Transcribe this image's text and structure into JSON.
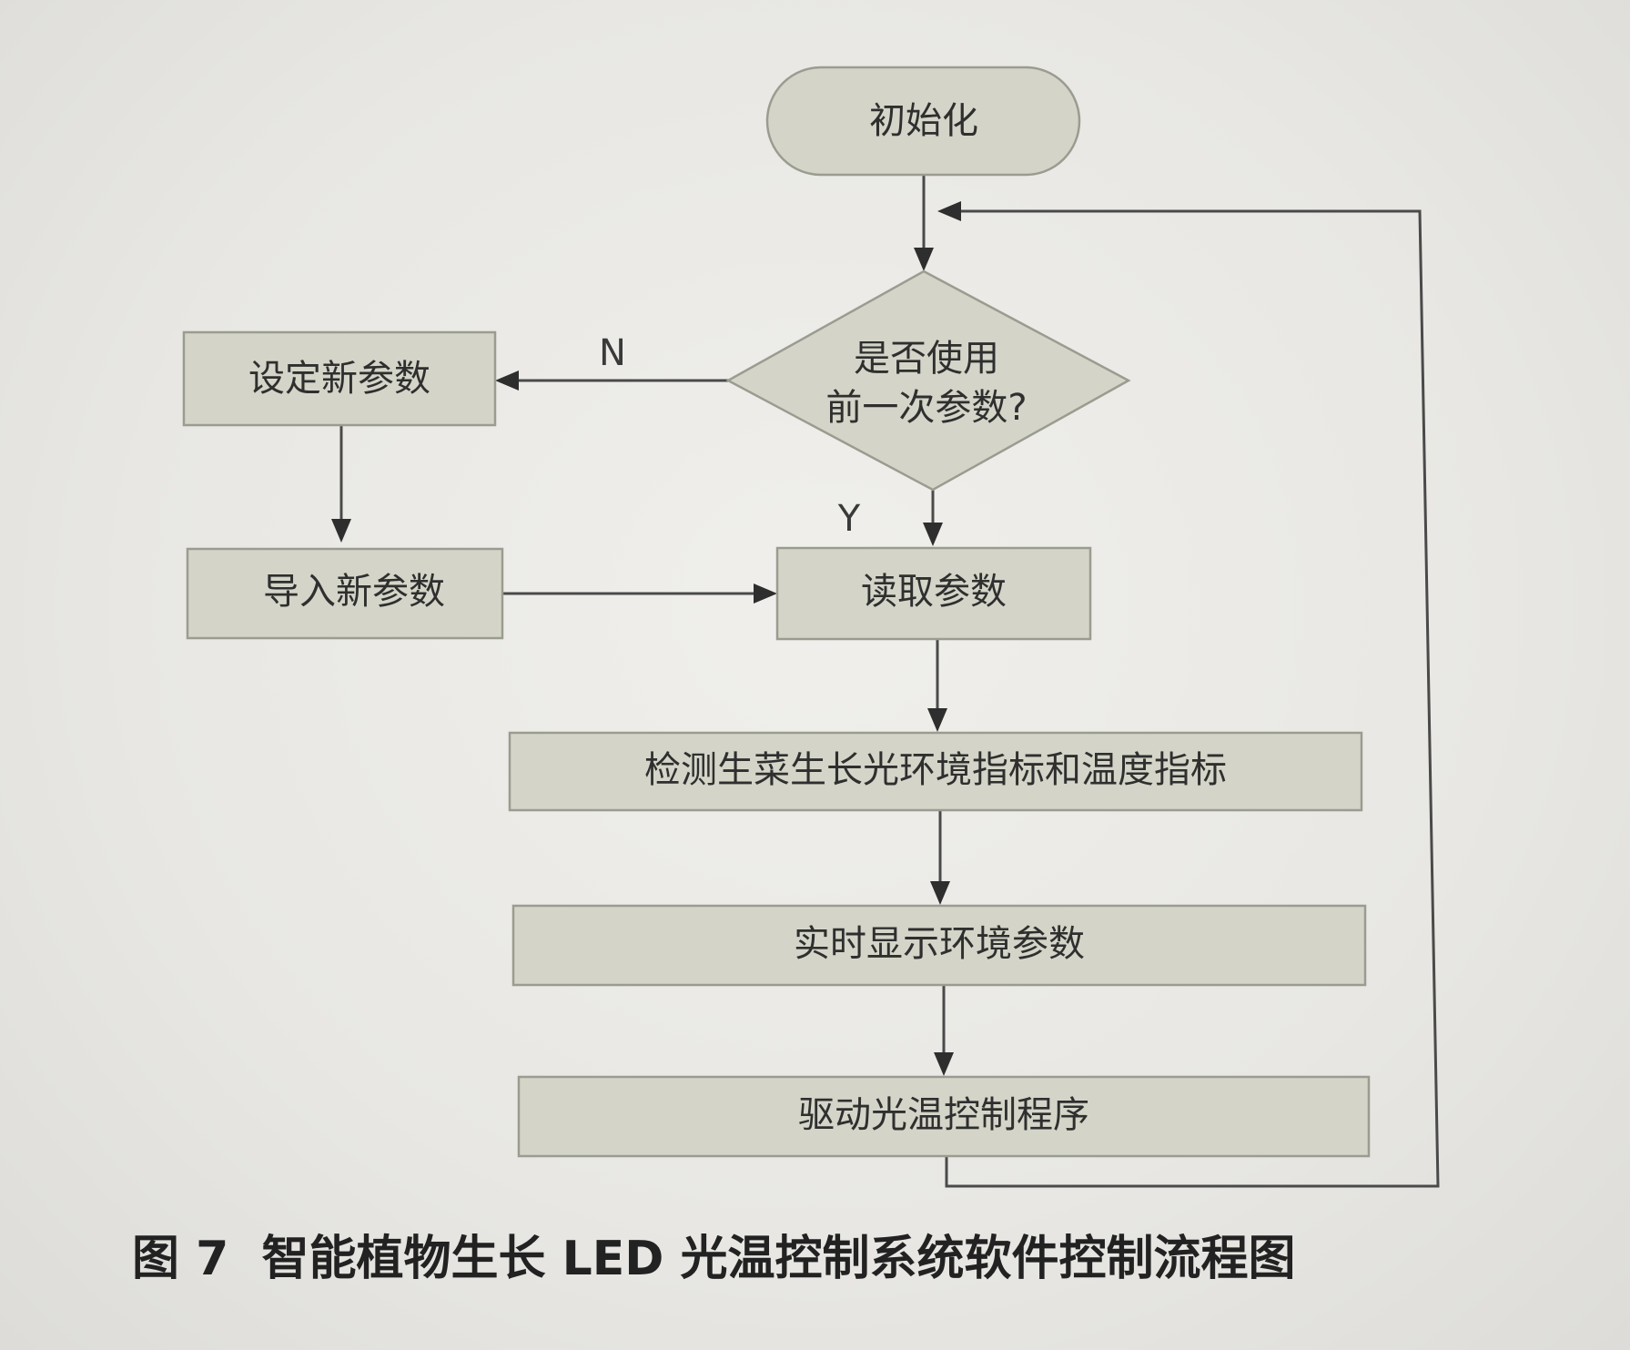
{
  "diagram": {
    "nodes": {
      "start": "初始化",
      "decision_line1": "是否使用",
      "decision_line2": "前一次参数?",
      "set_params": "设定新参数",
      "import_params": "导入新参数",
      "read_params": "读取参数",
      "detect": "检测生菜生长光环境指标和温度指标",
      "display": "实时显示环境参数",
      "drive": "驱动光温控制程序"
    },
    "edge_labels": {
      "no": "N",
      "yes": "Y"
    },
    "caption": "图 7  智能植物生长 LED 光温控制系统软件控制流程图"
  },
  "colors": {
    "node_fill": "#d4d5c8",
    "node_stroke": "#9a9c90",
    "edge": "#4a4a4a",
    "background": "#ebeae7"
  }
}
